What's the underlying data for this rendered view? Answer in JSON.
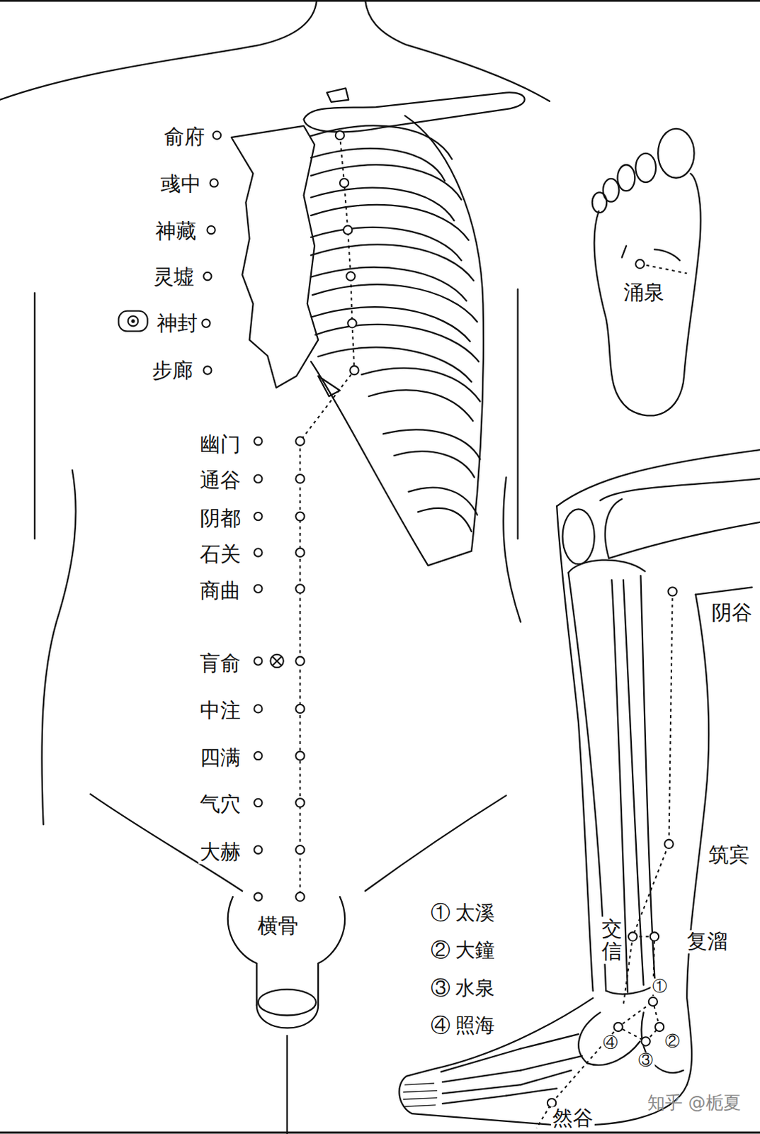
{
  "diagram": {
    "labels": [
      "俞府",
      "彧中",
      "神藏",
      "灵墟",
      "神封",
      "步廊",
      "涌泉",
      "幽门",
      "通谷",
      "阴都",
      "石关",
      "商曲",
      "阴谷",
      "肓俞",
      "中注",
      "四满",
      "气穴",
      "大赫",
      "筑宾",
      "横骨",
      "① 太溪",
      "交信",
      "复溜",
      "② 大鐘",
      "③ 水泉",
      "④ 照海",
      "①",
      "②",
      "③",
      "④",
      "然谷",
      "知乎 @栀夏"
    ]
  }
}
